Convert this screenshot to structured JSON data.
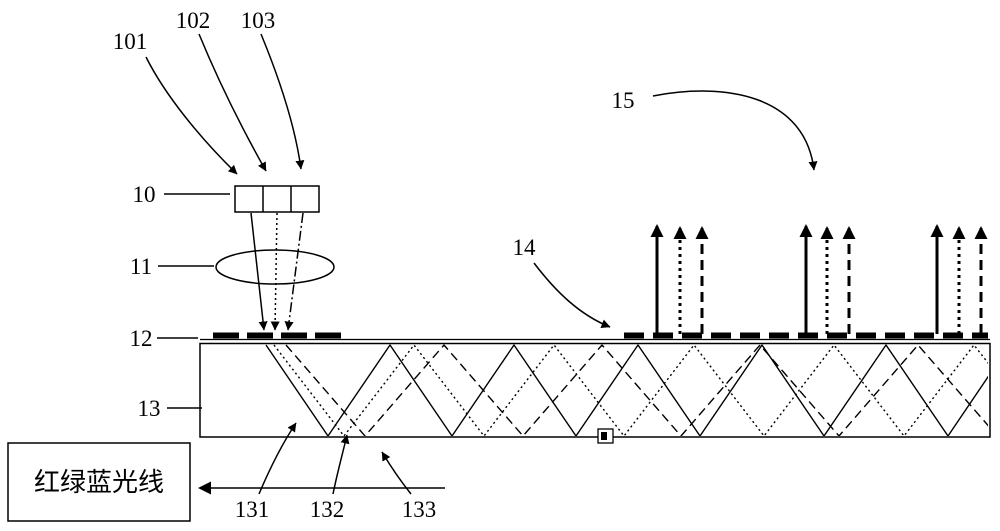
{
  "figure": {
    "colors": {
      "ink": "#000000",
      "paper": "#ffffff"
    },
    "labels": {
      "l101": "101",
      "l102": "102",
      "l103": "103",
      "l10": "10",
      "l11": "11",
      "l12": "12",
      "l13": "13",
      "l14": "14",
      "l15": "15",
      "l131": "131",
      "l132": "132",
      "l133": "133"
    },
    "legend_box": {
      "text": "红绿蓝光线"
    }
  }
}
